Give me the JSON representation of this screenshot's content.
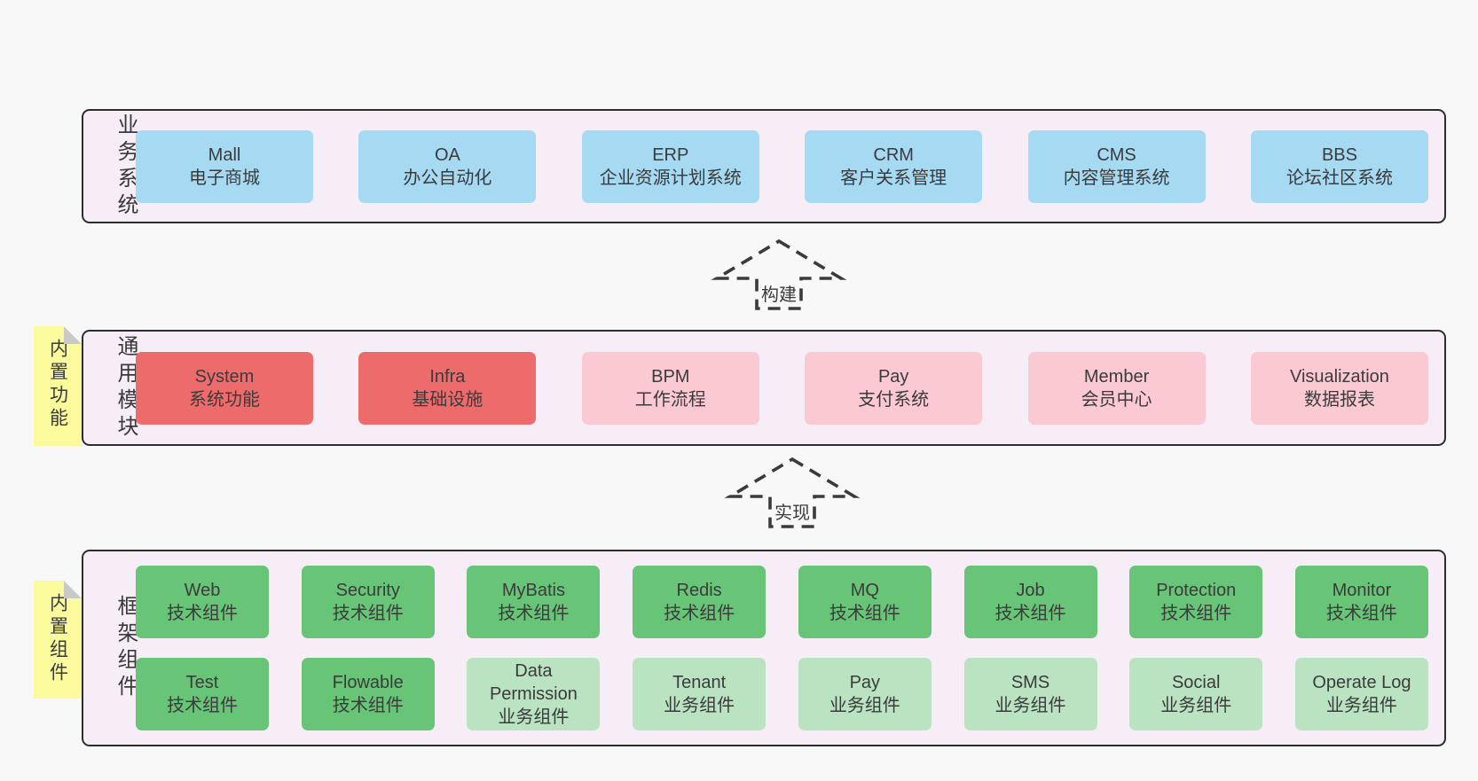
{
  "colors": {
    "page_bg": "#f8f8f8",
    "panel_bg": "#f7edf6",
    "panel_border": "#2d2d2d",
    "blue": "#a6d9f2",
    "red": "#ee6b6b",
    "pink": "#fac9d2",
    "green": "#68c477",
    "light_green": "#b9e3c1",
    "tab_yellow": "#fbfb9d",
    "tab_fold": "#c9c9c9",
    "text": "#3a3a3a"
  },
  "arrows": [
    {
      "label": "构建"
    },
    {
      "label": "实现"
    }
  ],
  "sections": [
    {
      "id": "business-systems",
      "label": "业务系统",
      "tab": null,
      "rows": [
        {
          "boxes": [
            {
              "en": "Mall",
              "zh": "电子商城",
              "color": "blue"
            },
            {
              "en": "OA",
              "zh": "办公自动化",
              "color": "blue"
            },
            {
              "en": "ERP",
              "zh": "企业资源计划系统",
              "color": "blue"
            },
            {
              "en": "CRM",
              "zh": "客户关系管理",
              "color": "blue"
            },
            {
              "en": "CMS",
              "zh": "内容管理系统",
              "color": "blue"
            },
            {
              "en": "BBS",
              "zh": "论坛社区系统",
              "color": "blue"
            }
          ]
        }
      ]
    },
    {
      "id": "common-modules",
      "label": "通用模块",
      "tab": "内置功能",
      "rows": [
        {
          "boxes": [
            {
              "en": "System",
              "zh": "系统功能",
              "color": "red"
            },
            {
              "en": "Infra",
              "zh": "基础设施",
              "color": "red"
            },
            {
              "en": "BPM",
              "zh": "工作流程",
              "color": "pink"
            },
            {
              "en": "Pay",
              "zh": "支付系统",
              "color": "pink"
            },
            {
              "en": "Member",
              "zh": "会员中心",
              "color": "pink"
            },
            {
              "en": "Visualization",
              "zh": "数据报表",
              "color": "pink"
            }
          ]
        }
      ]
    },
    {
      "id": "framework-components",
      "label": "框架组件",
      "tab": "内置组件",
      "rows": [
        {
          "boxes": [
            {
              "en": "Web",
              "zh": "技术组件",
              "color": "green"
            },
            {
              "en": "Security",
              "zh": "技术组件",
              "color": "green"
            },
            {
              "en": "MyBatis",
              "zh": "技术组件",
              "color": "green"
            },
            {
              "en": "Redis",
              "zh": "技术组件",
              "color": "green"
            },
            {
              "en": "MQ",
              "zh": "技术组件",
              "color": "green"
            },
            {
              "en": "Job",
              "zh": "技术组件",
              "color": "green"
            },
            {
              "en": "Protection",
              "zh": "技术组件",
              "color": "green"
            },
            {
              "en": "Monitor",
              "zh": "技术组件",
              "color": "green"
            }
          ]
        },
        {
          "boxes": [
            {
              "en": "Test",
              "zh": "技术组件",
              "color": "green"
            },
            {
              "en": "Flowable",
              "zh": "技术组件",
              "color": "green"
            },
            {
              "en": "Data Permission",
              "zh": "业务组件",
              "color": "light_green"
            },
            {
              "en": "Tenant",
              "zh": "业务组件",
              "color": "light_green"
            },
            {
              "en": "Pay",
              "zh": "业务组件",
              "color": "light_green"
            },
            {
              "en": "SMS",
              "zh": "业务组件",
              "color": "light_green"
            },
            {
              "en": "Social",
              "zh": "业务组件",
              "color": "light_green"
            },
            {
              "en": "Operate Log",
              "zh": "业务组件",
              "color": "light_green"
            }
          ]
        }
      ]
    }
  ]
}
